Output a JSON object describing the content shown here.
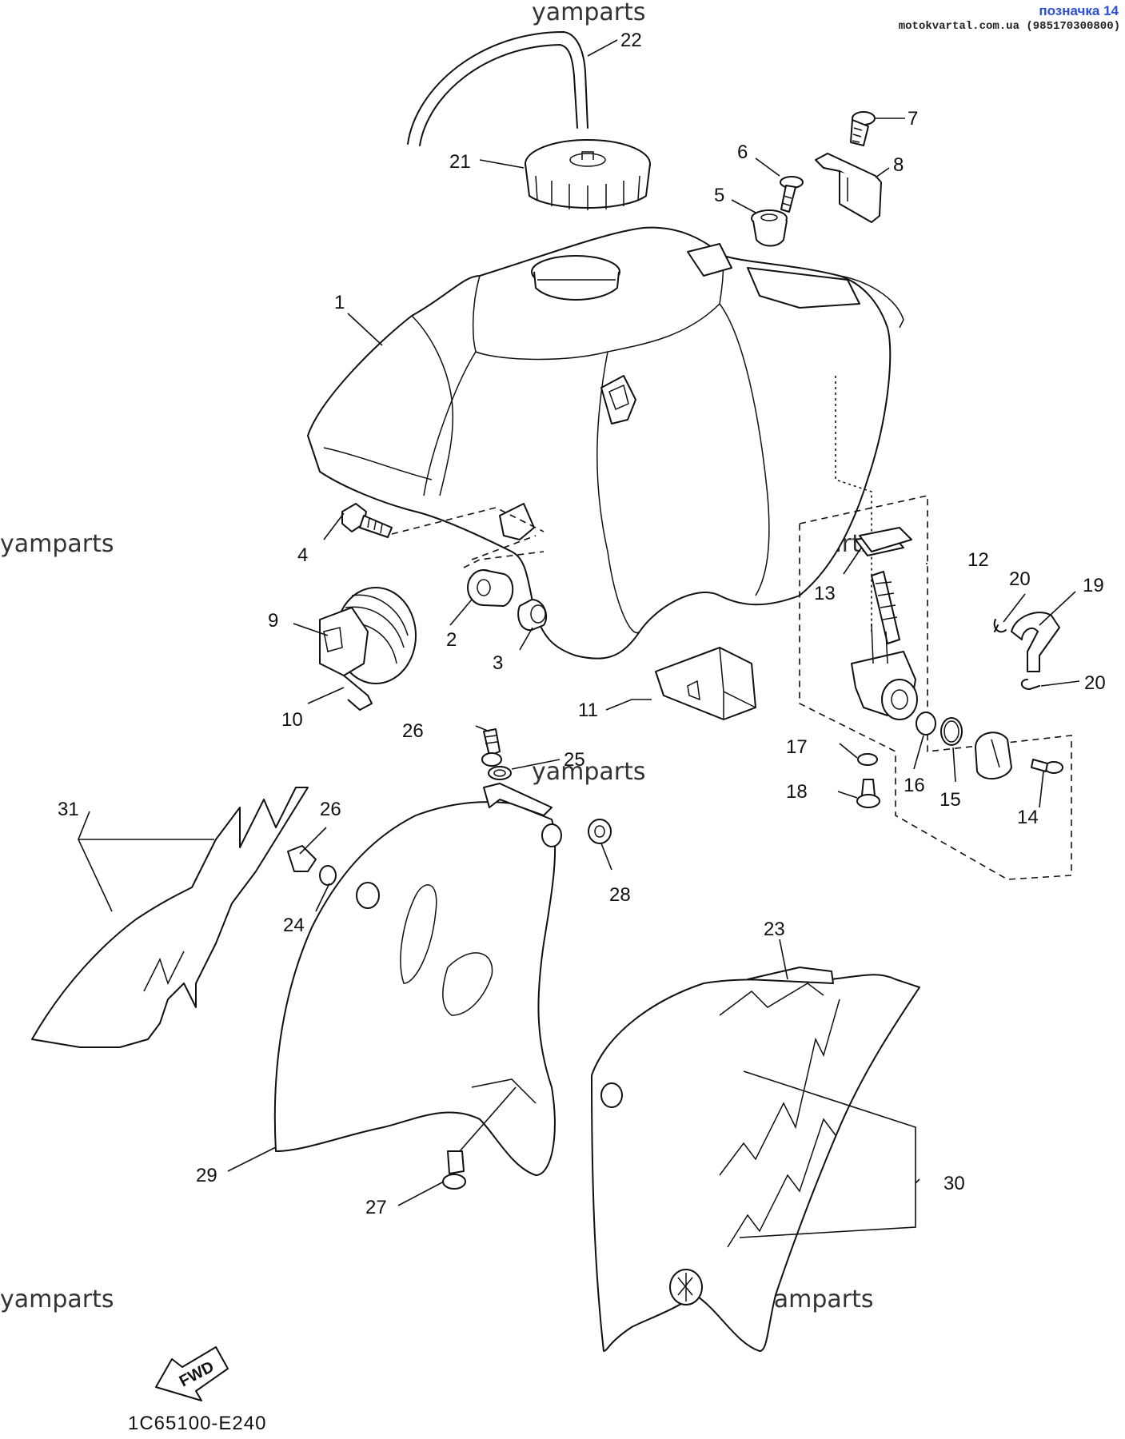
{
  "watermarks": [
    "yamparts",
    "yamparts",
    "yamparts",
    "yamparts",
    "yamparts",
    "yamparts"
  ],
  "stamp": {
    "title": "позначка 14",
    "subtitle": "motokvartal.com.ua (985170300800)"
  },
  "diagram_code": "1C65100-E240",
  "fwd_label": "FWD",
  "callouts": [
    "1",
    "2",
    "3",
    "4",
    "5",
    "6",
    "7",
    "8",
    "9",
    "10",
    "11",
    "12",
    "13",
    "14",
    "15",
    "16",
    "17",
    "18",
    "19",
    "20",
    "20",
    "21",
    "22",
    "23",
    "24",
    "25",
    "26",
    "26",
    "27",
    "28",
    "29",
    "30",
    "31"
  ]
}
